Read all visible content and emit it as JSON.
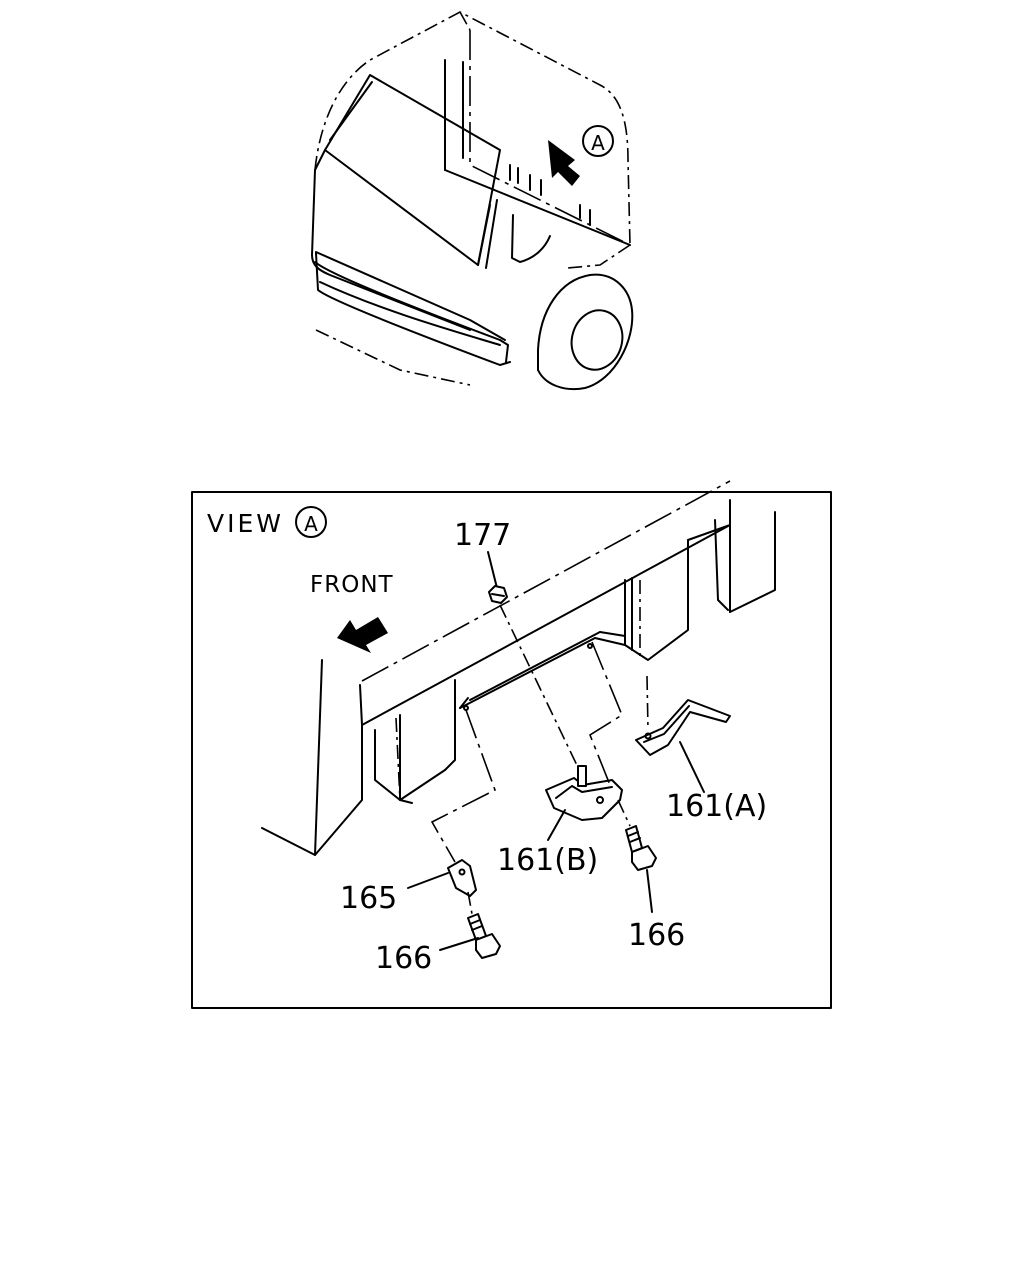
{
  "callout_a": "A",
  "view_label": "VIEW",
  "view_letter": "A",
  "front_label": "FRONT",
  "parts": {
    "p177": "177",
    "p161a": "161(A)",
    "p161b": "161(B)",
    "p165": "165",
    "p166_left": "166",
    "p166_right": "166"
  }
}
